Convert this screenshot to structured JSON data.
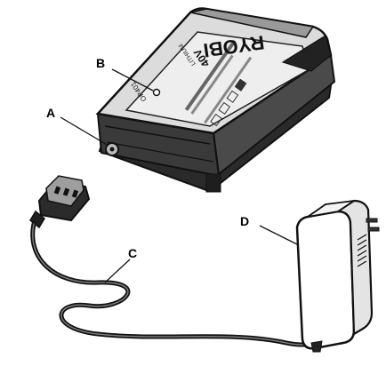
{
  "callouts": {
    "a": "A",
    "b": "B",
    "c": "C",
    "d": "D"
  },
  "charger": {
    "brand": "RYOBI",
    "voltage": "40V",
    "product_line": "LITHIUM",
    "model": "OP401",
    "brand_color": "#1a1a1a"
  },
  "colors": {
    "line": "#1a1a1a",
    "light_gray": "#e6e6e6",
    "mid_gray": "#bdbdbd",
    "dark_gray": "#555555"
  }
}
